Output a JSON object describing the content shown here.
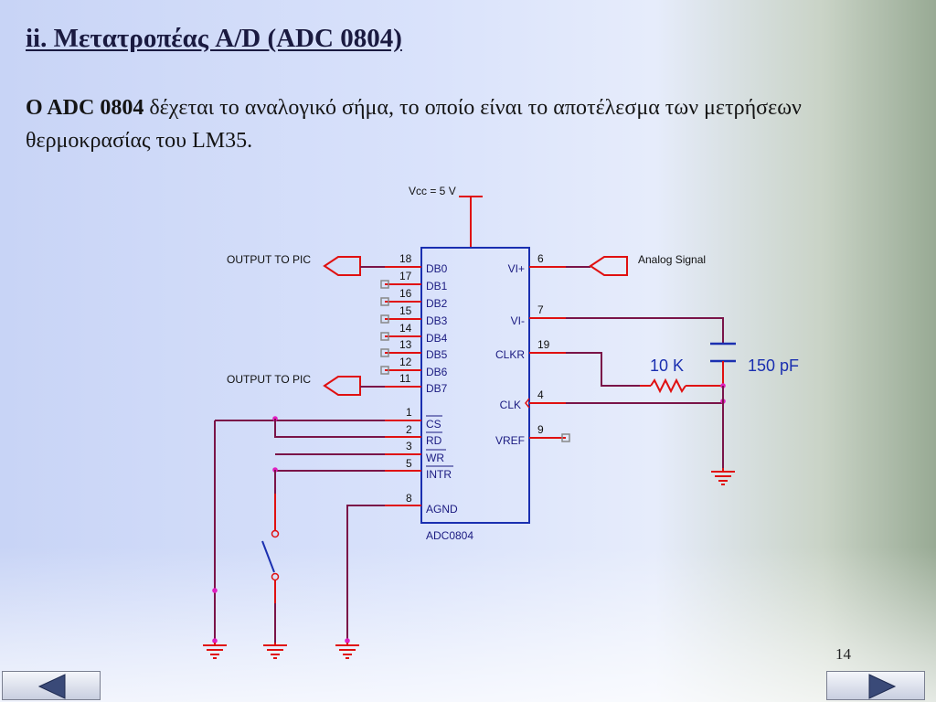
{
  "slide": {
    "title": "ii. Μετατροπέας A/D  (ADC 0804)",
    "paragraph_lead": "O ADC 0804",
    "paragraph_rest": " δέχεται το αναλογικό σήμα, το οποίο είναι το αποτέλεσμα των μετρήσεων θερμοκρασίας του LM35.",
    "page_number": "14"
  },
  "circuit": {
    "vcc_label": "Vcc = 5 V",
    "chip_name": "ADC0804",
    "output_label_top": "OUTPUT TO PIC",
    "output_label_bottom": "OUTPUT TO PIC",
    "analog_label": "Analog Signal",
    "resistor_label": "10 K",
    "capacitor_label": "150 pF",
    "left_pins": [
      {
        "num": "18",
        "name": "DB0"
      },
      {
        "num": "17",
        "name": "DB1"
      },
      {
        "num": "16",
        "name": "DB2"
      },
      {
        "num": "15",
        "name": "DB3"
      },
      {
        "num": "14",
        "name": "DB4"
      },
      {
        "num": "13",
        "name": "DB5"
      },
      {
        "num": "12",
        "name": "DB6"
      },
      {
        "num": "11",
        "name": "DB7"
      },
      {
        "num": "1",
        "name": "CS"
      },
      {
        "num": "2",
        "name": "RD"
      },
      {
        "num": "3",
        "name": "WR"
      },
      {
        "num": "5",
        "name": "INTR"
      },
      {
        "num": "8",
        "name": "AGND"
      }
    ],
    "right_pins": [
      {
        "num": "6",
        "name": "VI+"
      },
      {
        "num": "7",
        "name": "VI-"
      },
      {
        "num": "19",
        "name": "CLKR"
      },
      {
        "num": "4",
        "name": "CLK"
      },
      {
        "num": "9",
        "name": "VREF"
      }
    ]
  },
  "colors": {
    "wire": "#7a1448",
    "pin": "#e01010",
    "chip": "#1a2fb0",
    "node": "#e020c0",
    "capacitor": "#1a2fb0"
  },
  "nav": {
    "prev_icon": "left-triangle-icon",
    "next_icon": "right-triangle-icon"
  }
}
